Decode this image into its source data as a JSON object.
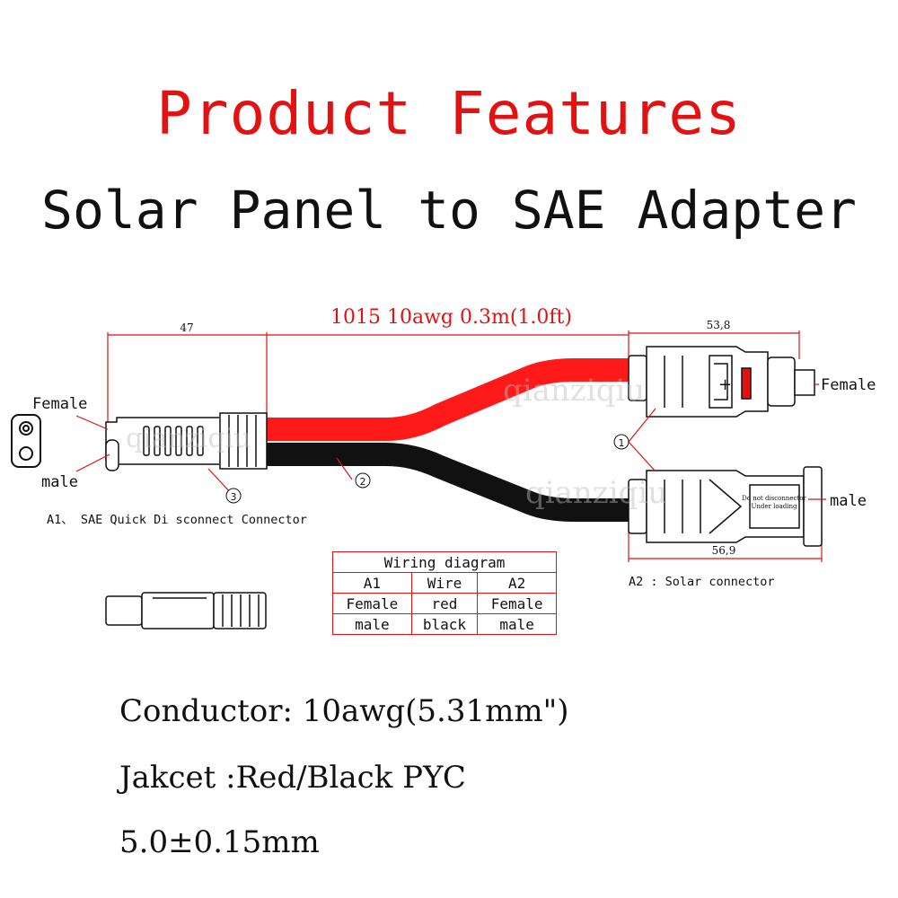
{
  "header": {
    "title": "Product  Features",
    "subtitle": "Solar Panel to SAE Adapter"
  },
  "diagram": {
    "cable_label": "1015 10awg 0.3m(1.0ft)",
    "dim_left": "47",
    "dim_right_top": "53,8",
    "dim_right_bottom": "56,9",
    "sae_female": "Female",
    "sae_male": "male",
    "a1_caption": "A1、 SAE Quick Di sconnect Connector",
    "a2_caption": "A2 : Solar connector",
    "solar_female": "Female",
    "solar_male": "male",
    "callout_1": "1",
    "callout_2": "2",
    "callout_3": "3",
    "plus_mark": "+",
    "warning_line1": "Do not disconnector",
    "warning_line2": "Under loading",
    "watermark": "qianziqiu"
  },
  "wiring_table": {
    "title": "Wiring diagram",
    "headers": [
      "A1",
      "Wire",
      "A2"
    ],
    "rows": [
      [
        "Female",
        "red",
        "Female"
      ],
      [
        "male",
        "black",
        "male"
      ]
    ]
  },
  "specs": {
    "conductor": "Conductor: 10awg(5.31mm\")",
    "jacket": "Jakcet :Red/Black PYC",
    "tolerance": "5.0±0.15mm"
  },
  "colors": {
    "accent_red": "#e31212",
    "wire_red": "#ff1a1a",
    "wire_black": "#111111",
    "text": "#111111"
  }
}
